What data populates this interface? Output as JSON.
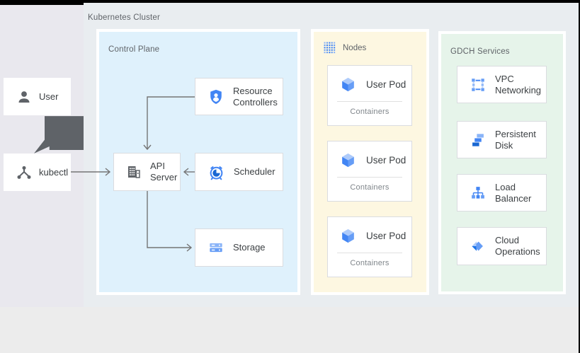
{
  "page": {
    "cluster_label": "Kubernetes Cluster"
  },
  "actors": {
    "user": {
      "label": "User",
      "icon": "user-icon"
    },
    "kubectl": {
      "label": "kubectl",
      "icon": "kubectl-icon"
    }
  },
  "control_plane": {
    "label": "Control Plane",
    "resource_controllers": {
      "label": "Resource Controllers",
      "icon": "shield-user-icon"
    },
    "api_server": {
      "label": "API Server",
      "icon": "building-icon"
    },
    "scheduler": {
      "label": "Scheduler",
      "icon": "alarm-clock-icon"
    },
    "storage": {
      "label": "Storage",
      "icon": "storage-stack-icon"
    }
  },
  "nodes_panel": {
    "label": "Nodes",
    "icon": "dot-grid-icon",
    "pods": [
      {
        "label": "User Pod",
        "sublabel": "Containers",
        "icon": "cube-icon"
      },
      {
        "label": "User Pod",
        "sublabel": "Containers",
        "icon": "cube-icon"
      },
      {
        "label": "User Pod",
        "sublabel": "Containers",
        "icon": "cube-icon"
      }
    ]
  },
  "gdch": {
    "label": "GDCH Services",
    "services": [
      {
        "label": "VPC Networking",
        "icon": "vpc-network-icon"
      },
      {
        "label": "Persistent Disk",
        "icon": "persistent-disk-icon"
      },
      {
        "label": "Load Balancer",
        "icon": "load-balancer-icon"
      },
      {
        "label": "Cloud Operations",
        "icon": "cloud-operations-icon"
      }
    ]
  },
  "connections": [
    {
      "from": "user",
      "to": "kubectl",
      "style": "thick-dark-arrow"
    },
    {
      "from": "kubectl",
      "to": "api_server"
    },
    {
      "from": "resource_controllers",
      "to": "api_server"
    },
    {
      "from": "scheduler",
      "to": "api_server"
    },
    {
      "from": "api_server",
      "to": "storage"
    }
  ],
  "colors": {
    "control_plane_bg": "#dff1fc",
    "nodes_bg": "#fdf7e1",
    "gdch_bg": "#e6f4ea",
    "left_panel_bg": "#e9e8ee",
    "diagram_bg": "#e9edf0",
    "google_blue": "#4285f4",
    "arrow_gray": "#707070",
    "dark_arrow": "#5f6368",
    "card_border": "#dadce0"
  }
}
